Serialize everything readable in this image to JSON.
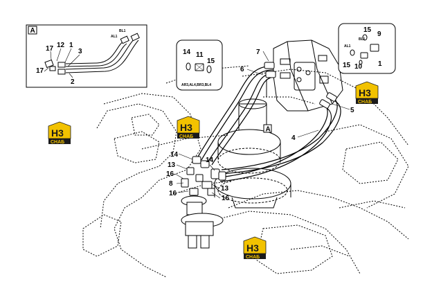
{
  "inset_a": {
    "tag": "A",
    "callouts": [
      "17",
      "12",
      "1",
      "3",
      "17",
      "2"
    ],
    "port_labels": [
      "BL1",
      "AL1"
    ]
  },
  "inset_seals": {
    "callouts": [
      "14",
      "11",
      "15"
    ],
    "caption": "AR3,AL4,BR3,BL4"
  },
  "inset_right": {
    "callouts": [
      "15",
      "9",
      "15",
      "10",
      "1"
    ],
    "port_labels": [
      "BL1",
      "AL1"
    ]
  },
  "main_callouts": {
    "c7": "7",
    "c6": "6",
    "c5": "5",
    "c4": "4",
    "c14a": "14",
    "c13a": "13",
    "c16a": "16",
    "c8": "8",
    "c16b": "16",
    "c14b": "14",
    "c13b": "13",
    "c16c": "16"
  },
  "view_tag": "A",
  "logo": {
    "mark": "H3",
    "sub": "CHAБ",
    "colors": {
      "yellow": "#f2c200",
      "dark": "#1a1a1a"
    }
  }
}
